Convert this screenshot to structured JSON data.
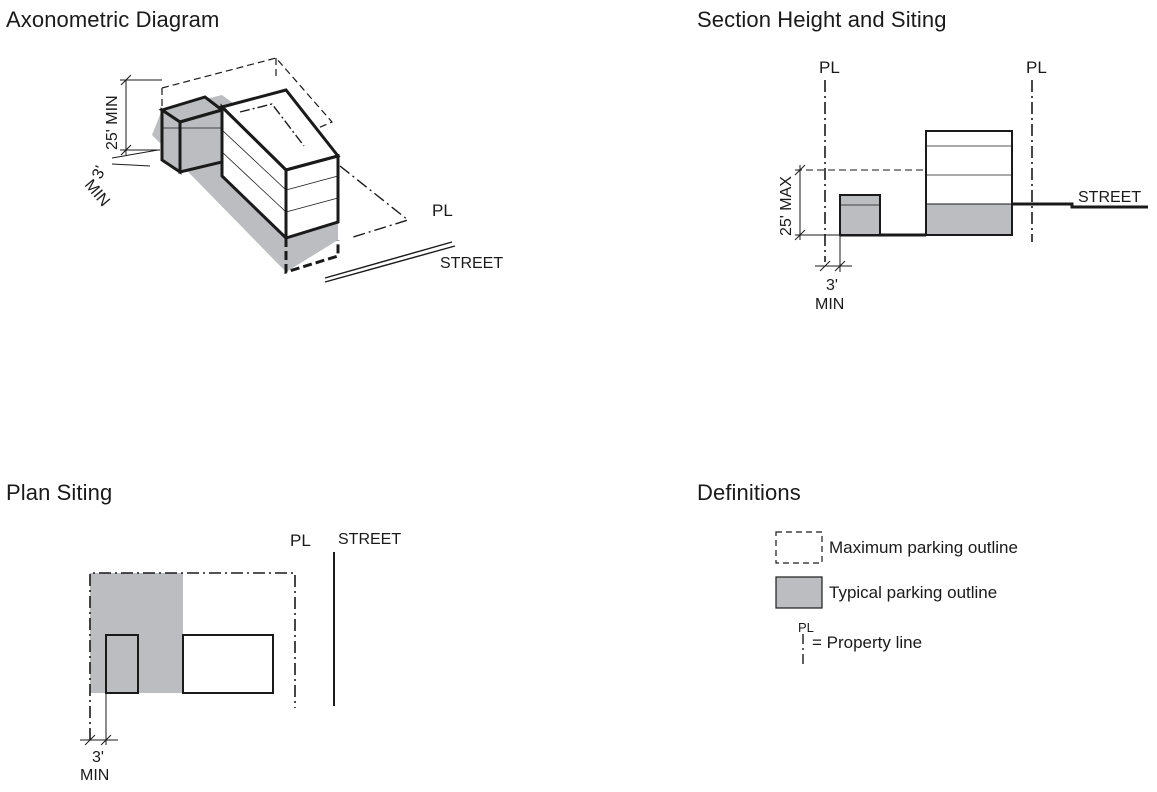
{
  "panels": {
    "axonometric": {
      "title": "Axonometric Diagram",
      "height_label": "25' MIN",
      "setback_top": "3'",
      "setback_bottom": "MIN",
      "property_line": "PL",
      "street": "STREET"
    },
    "section": {
      "title": "Section Height and Siting",
      "property_line_left": "PL",
      "property_line_right": "PL",
      "height_label": "25' MAX",
      "setback_top": "3'",
      "setback_bottom": "MIN",
      "street": "STREET"
    },
    "plan": {
      "title": "Plan Siting",
      "property_line": "PL",
      "street": "STREET",
      "setback_top": "3'",
      "setback_bottom": "MIN"
    },
    "definitions": {
      "title": "Definitions",
      "items": [
        {
          "label": "Maximum parking outline"
        },
        {
          "label": "Typical parking outline"
        },
        {
          "label": "= Property line"
        }
      ]
    }
  },
  "colors": {
    "ink": "#1a1a1a",
    "parking_fill": "#bcbdc0",
    "paper": "#ffffff"
  }
}
